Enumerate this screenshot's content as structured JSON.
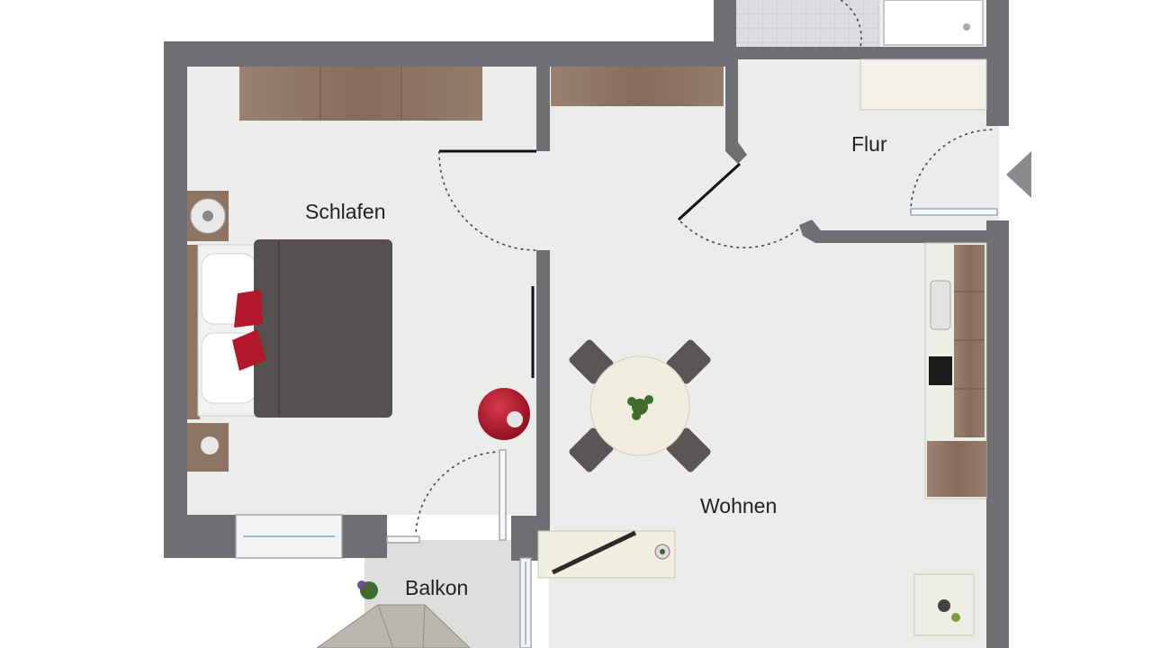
{
  "rooms": {
    "schlafen": "Schlafen",
    "flur": "Flur",
    "wohnen": "Wohnen",
    "balkon": "Balkon"
  },
  "colors": {
    "wall": "#6e6e73",
    "floor": "#ececea",
    "wood": "#8e7563",
    "bedCover": "#545150",
    "pillowRed": "#b4162b",
    "tile": "#dcdde0",
    "balcony": "#dededd",
    "door": "#444444"
  },
  "icons": {
    "entrance": "triangle-arrow-icon",
    "plant": "plant-icon",
    "lamp": "lamp-icon",
    "sink": "sink-icon",
    "stove": "stove-icon"
  }
}
